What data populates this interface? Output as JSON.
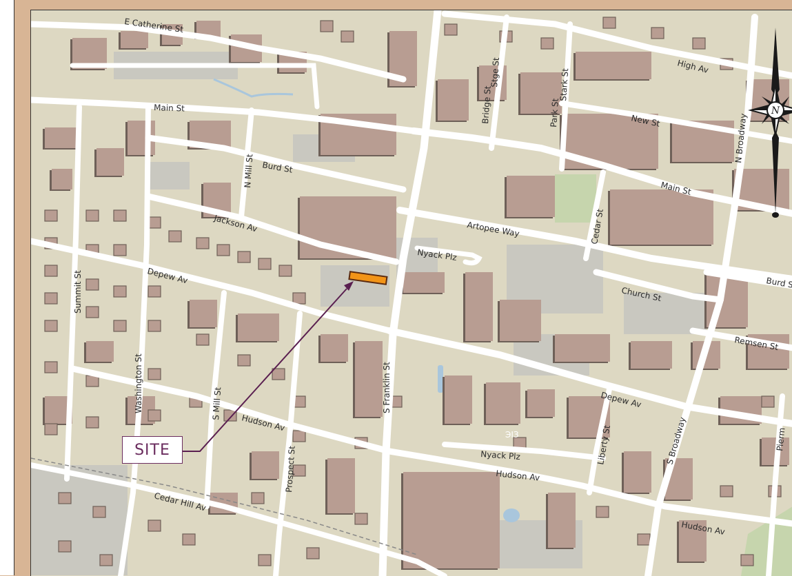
{
  "map": {
    "colors": {
      "frame": "#d8b595",
      "land": "#ddd8c2",
      "road": "#ffffff",
      "building": "#b89d92",
      "building_shadow": "#6e6058",
      "lot": "#c9c8c0",
      "water": "#a9c6dc",
      "park": "#c6d5ad",
      "site_fill": "#f29418",
      "site_stroke": "#5a2a10",
      "callout": "#5a1f50"
    },
    "streets": [
      {
        "id": "e-catherine-st",
        "label": "E Catherine St"
      },
      {
        "id": "main-st-west",
        "label": "Main St"
      },
      {
        "id": "burd-st-west",
        "label": "Burd St"
      },
      {
        "id": "n-mill-st",
        "label": "N Mill St"
      },
      {
        "id": "jackson-av",
        "label": "Jackson Av"
      },
      {
        "id": "depew-av-west",
        "label": "Depew Av"
      },
      {
        "id": "summit-st",
        "label": "Summit St"
      },
      {
        "id": "washington-st",
        "label": "Washington St"
      },
      {
        "id": "s-mill-st",
        "label": "S Mill St"
      },
      {
        "id": "hudson-av-west",
        "label": "Hudson Av"
      },
      {
        "id": "prospect-st",
        "label": "Prospect St"
      },
      {
        "id": "cedar-hill-av",
        "label": "Cedar Hill Av"
      },
      {
        "id": "s-franklin-st",
        "label": "S Franklin St"
      },
      {
        "id": "nyack-plz-north",
        "label": "Nyack Plz"
      },
      {
        "id": "artopee-way",
        "label": "Artopee Way"
      },
      {
        "id": "bridge-st",
        "label": "Bridge St"
      },
      {
        "id": "stage-st",
        "label": "Stge St"
      },
      {
        "id": "park-st",
        "label": "Park St"
      },
      {
        "id": "stark-st",
        "label": "Stark St"
      },
      {
        "id": "high-av",
        "label": "High Av"
      },
      {
        "id": "new-st",
        "label": "New St"
      },
      {
        "id": "n-broadway",
        "label": "N Broadway"
      },
      {
        "id": "main-st-east",
        "label": "Main St"
      },
      {
        "id": "cedar-st",
        "label": "Cedar St"
      },
      {
        "id": "church-st",
        "label": "Church St"
      },
      {
        "id": "burd-st-east",
        "label": "Burd St"
      },
      {
        "id": "remsen-st",
        "label": "Remsen St"
      },
      {
        "id": "depew-av-east",
        "label": "Depew Av"
      },
      {
        "id": "liberty-st",
        "label": "Liberty St"
      },
      {
        "id": "s-broadway",
        "label": "S Broadway"
      },
      {
        "id": "nyack-plz-south",
        "label": "Nyack Plz"
      },
      {
        "id": "hudson-av-mid",
        "label": "Hudson Av"
      },
      {
        "id": "hudson-av-east",
        "label": "Hudson Av"
      },
      {
        "id": "piermont-av",
        "label": "Pierm"
      }
    ],
    "site_label": "SITE",
    "compass_letter": "N",
    "map_marking": "ЭIЗ"
  }
}
